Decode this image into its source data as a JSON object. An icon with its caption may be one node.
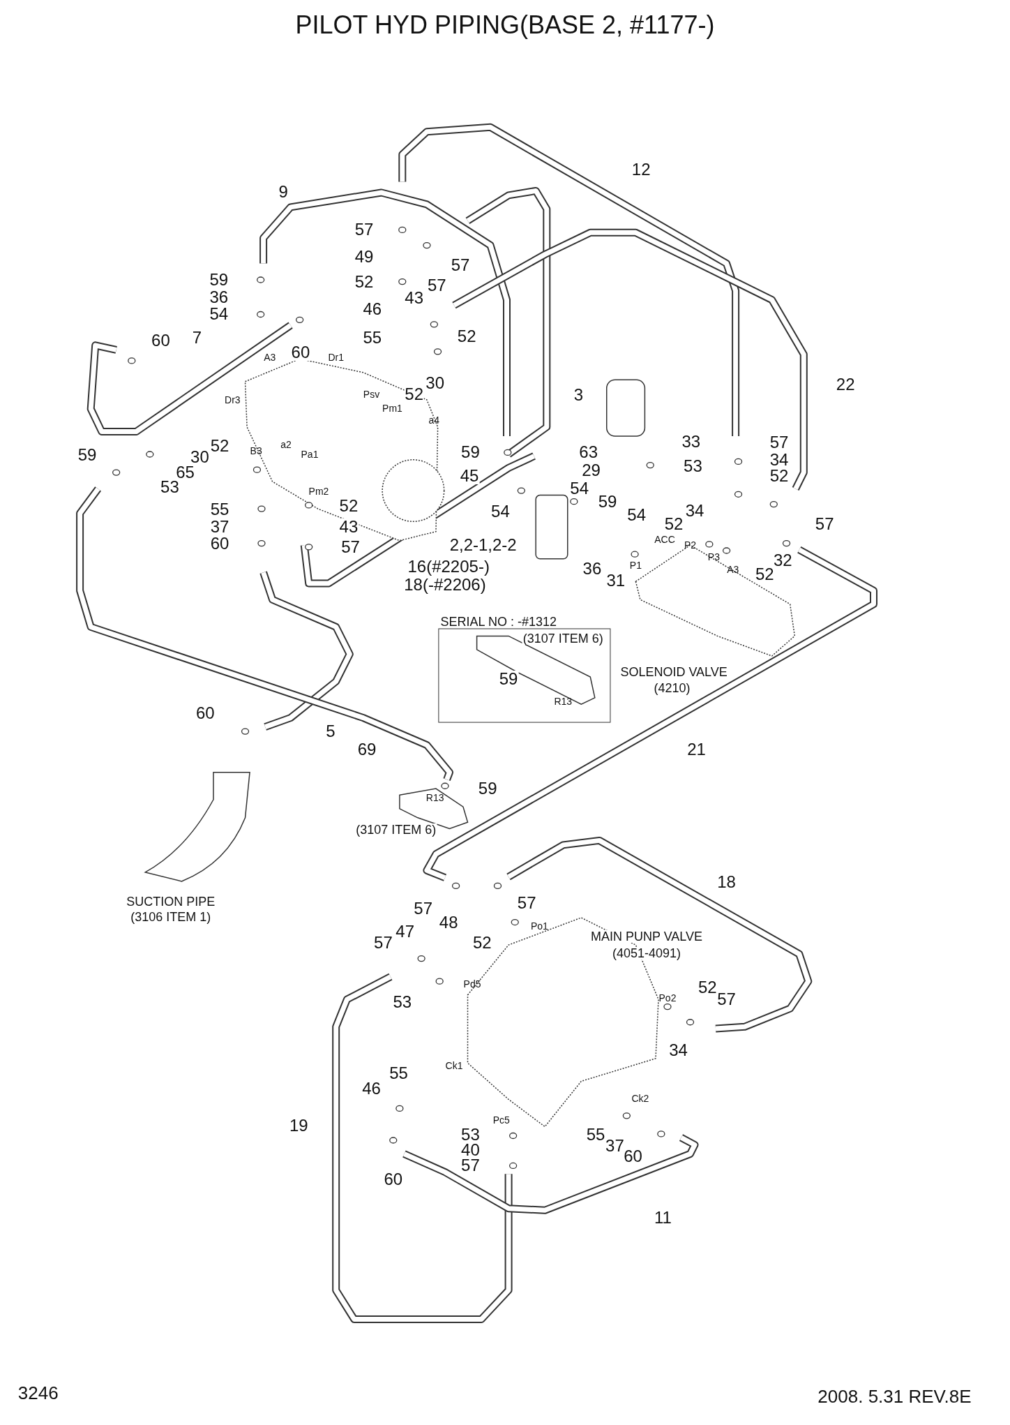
{
  "diagram": {
    "title": "PILOT HYD PIPING(BASE 2, #1177-)",
    "labels": [
      "12",
      "9",
      "57",
      "49",
      "57",
      "52",
      "57",
      "43",
      "59",
      "36",
      "54",
      "46",
      "60",
      "7",
      "55",
      "60",
      "52",
      "A3",
      "Dr1",
      "22",
      "30",
      "3",
      "Dr3",
      "Psv",
      "Pm1",
      "52",
      "a4",
      "33",
      "57",
      "59",
      "52",
      "30",
      "B3",
      "a2",
      "Pa1",
      "63",
      "59",
      "34",
      "65",
      "53",
      "29",
      "53",
      "45",
      "52",
      "54",
      "59",
      "54",
      "34",
      "55",
      "Pm2",
      "52",
      "54",
      "52",
      "57",
      "37",
      "43",
      "ACC",
      "P2",
      "2,2-1,2-2",
      "60",
      "57",
      "P3",
      "32",
      "36",
      "31",
      "P1",
      "A3",
      "52",
      "16(#2205-)",
      "18(-#2206)",
      "SERIAL NO : -#1312",
      "(3107 ITEM 6)",
      "SOLENOID VALVE",
      "(4210)",
      "59",
      "R13",
      "60",
      "5",
      "69",
      "21",
      "59",
      "R13",
      "(3107 ITEM 6)",
      "18",
      "SUCTION PIPE",
      "(3106 ITEM 1)",
      "57",
      "57",
      "48",
      "Po1",
      "47",
      "MAIN PUNP VALVE",
      "(4051-4091)",
      "57",
      "52",
      "Pd5",
      "52",
      "57",
      "53",
      "Po2",
      "34",
      "Ck1",
      "55",
      "46",
      "Ck2",
      "19",
      "Pc5",
      "53",
      "55",
      "37",
      "40",
      "60",
      "57",
      "60",
      "11",
      "3246",
      "2008. 5.31  REV.8E"
    ]
  }
}
